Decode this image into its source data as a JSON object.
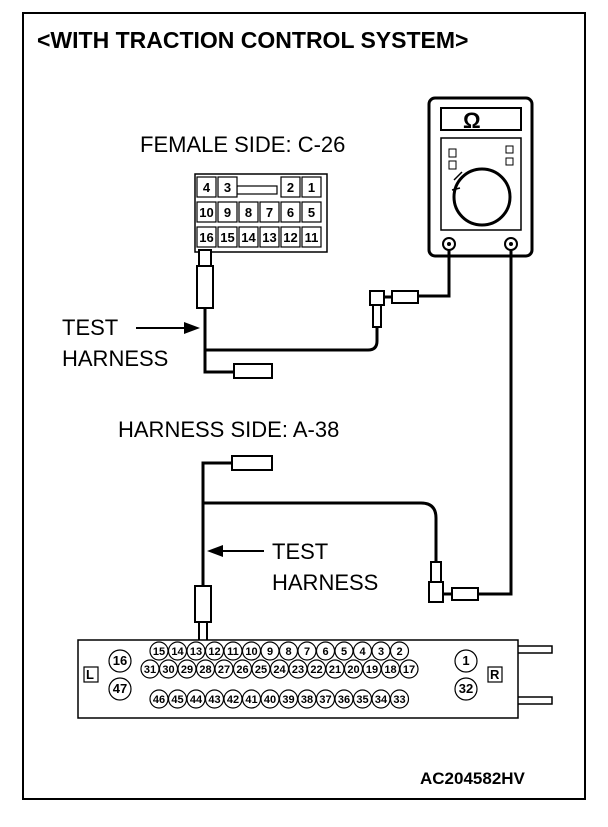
{
  "title": "<WITH TRACTION CONTROL SYSTEM>",
  "female_label": "FEMALE SIDE: C-26",
  "harness_label": "HARNESS SIDE: A-38",
  "test_harness_upper": [
    "TEST",
    "HARNESS"
  ],
  "test_harness_lower": [
    "TEST",
    "HARNESS"
  ],
  "meter_symbol": "Ω",
  "figure_code": "AC204582HV",
  "c26_rows": [
    [
      "4",
      "3",
      "",
      "",
      "2",
      "1"
    ],
    [
      "10",
      "9",
      "8",
      "7",
      "6",
      "5"
    ],
    [
      "16",
      "15",
      "14",
      "13",
      "12",
      "11"
    ]
  ],
  "a38": {
    "left_tag": "L",
    "right_tag": "R",
    "side_left": [
      "16",
      "47"
    ],
    "side_right": [
      "1",
      "32"
    ],
    "row1": [
      "15",
      "14",
      "13",
      "12",
      "11",
      "10",
      "9",
      "8",
      "7",
      "6",
      "5",
      "4",
      "3",
      "2"
    ],
    "row2": [
      "31",
      "30",
      "29",
      "28",
      "27",
      "26",
      "25",
      "24",
      "23",
      "22",
      "21",
      "20",
      "19",
      "18",
      "17"
    ],
    "row3": [
      "46",
      "45",
      "44",
      "43",
      "42",
      "41",
      "40",
      "39",
      "38",
      "37",
      "36",
      "35",
      "34",
      "33"
    ]
  }
}
